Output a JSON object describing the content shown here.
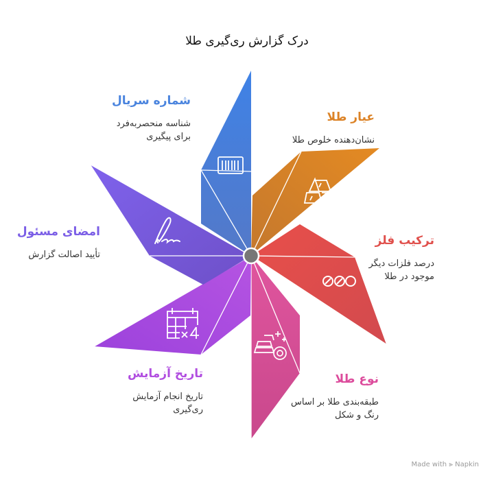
{
  "title": "درک گزارش ری‌گیری طلا",
  "items": [
    {
      "heading": "شماره سریال",
      "desc_1": "شناسه منحصربه‌فرد",
      "desc_2": "برای پیگیری",
      "color": "#4a84de",
      "icon": "barcode-icon"
    },
    {
      "heading": "عیار طلا",
      "desc_1": "نشان‌دهنده خلوص طلا",
      "desc_2": "",
      "color": "#dc8327",
      "icon": "gold-bars-icon"
    },
    {
      "heading": "ترکیب فلز",
      "desc_1": "درصد فلزات دیگر",
      "desc_2": "موجود در طلا",
      "color": "#e0504c",
      "icon": "metal-links-icon"
    },
    {
      "heading": "نوع طلا",
      "desc_1": "طبقه‌بندی طلا بر اساس",
      "desc_2": "رنگ و شکل",
      "color": "#dc4c9c",
      "icon": "gold-sorting-icon"
    },
    {
      "heading": "تاریخ آزمایش",
      "desc_1": "تاریخ انجام آزمایش",
      "desc_2": "ری‌گیری",
      "color": "#b14ee0",
      "icon": "calendar-x4-icon"
    },
    {
      "heading": "امضای مسئول",
      "desc_1": "تأیید اصالت گزارش",
      "desc_2": "",
      "color": "#7b5ee6",
      "icon": "signature-icon"
    }
  ],
  "footer": "Made with ⫸ Napkin"
}
